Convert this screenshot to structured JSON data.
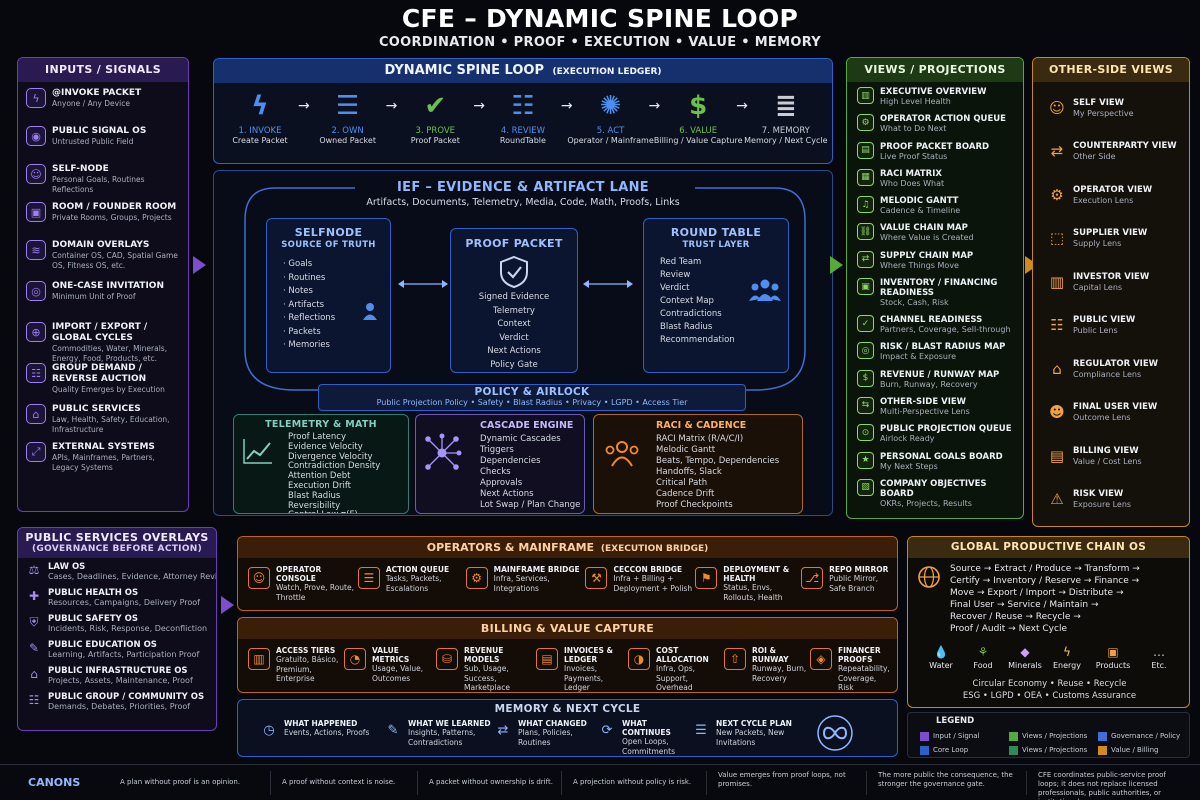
{
  "title": "CFE – DYNAMIC SPINE LOOP",
  "subtitle": "COORDINATION • PROOF • EXECUTION • VALUE • MEMORY",
  "inputs": {
    "title": "INPUTS / SIGNALS",
    "items": [
      {
        "t": "@INVOKE PACKET",
        "s": "Anyone / Any Device",
        "icon": "lightning-icon"
      },
      {
        "t": "PUBLIC SIGNAL OS",
        "s": "Untrusted Public Field",
        "icon": "signal-icon"
      },
      {
        "t": "SELF-NODE",
        "s": "Personal Goals, Routines Reflections",
        "icon": "person-icon"
      },
      {
        "t": "ROOM / FOUNDER ROOM",
        "s": "Private Rooms, Groups, Projects",
        "icon": "room-icon"
      },
      {
        "t": "DOMAIN OVERLAYS",
        "s": "Container OS, CAD, Spatial Game OS, Fitness OS, etc.",
        "icon": "layers-icon"
      },
      {
        "t": "ONE-CASE INVITATION",
        "s": "Minimum Unit of Proof",
        "icon": "target-icon"
      },
      {
        "t": "IMPORT / EXPORT / GLOBAL CYCLES",
        "s": "Commodities, Water, Minerals, Energy, Food, Products, etc.",
        "icon": "globe-icon"
      },
      {
        "t": "GROUP DEMAND / REVERSE AUCTION",
        "s": "Quality Emerges by Execution",
        "icon": "group-icon"
      },
      {
        "t": "PUBLIC SERVICES",
        "s": "Law, Health, Safety, Education, Infrastructure",
        "icon": "building-icon"
      },
      {
        "t": "EXTERNAL SYSTEMS",
        "s": "APIs, Mainframes, Partners, Legacy Systems",
        "icon": "link-icon"
      }
    ]
  },
  "spine": {
    "title": "DYNAMIC SPINE LOOP",
    "title_sub": "(EXECUTION LEDGER)",
    "steps": [
      {
        "n": "1. INVOKE",
        "s": "Create Packet",
        "color": "#4d8ff0",
        "icon": "lightning-icon"
      },
      {
        "n": "2. OWN",
        "s": "Owned Packet",
        "color": "#4d8ff0",
        "icon": "clipboard-icon"
      },
      {
        "n": "3. PROVE",
        "s": "Proof Packet",
        "color": "#6cc04a",
        "icon": "shield-check-icon"
      },
      {
        "n": "4. REVIEW",
        "s": "RoundTable",
        "color": "#4d8ff0",
        "icon": "group-icon"
      },
      {
        "n": "5. ACT",
        "s": "Operator / Mainframe",
        "color": "#4d8ff0",
        "icon": "gears-icon"
      },
      {
        "n": "6. VALUE",
        "s": "Billing / Value Capture",
        "color": "#6cc04a",
        "icon": "dollar-icon"
      },
      {
        "n": "7. MEMORY",
        "s": "Memory / Next Cycle",
        "color": "#c9ccd3",
        "icon": "database-icon"
      }
    ]
  },
  "ief": {
    "title": "IEF – EVIDENCE & ARTIFACT LANE",
    "sub": "Artifacts, Documents, Telemetry, Media, Code, Math, Proofs, Links"
  },
  "selfnode": {
    "title": "SELFNODE",
    "sub": "SOURCE OF TRUTH",
    "items": [
      "Goals",
      "Routines",
      "Notes",
      "Artifacts",
      "Reflections",
      "Packets",
      "Memories"
    ]
  },
  "proof": {
    "title": "PROOF PACKET",
    "items": [
      "Signed Evidence",
      "Telemetry",
      "Context",
      "Verdict",
      "Next Actions",
      "Policy Gate"
    ]
  },
  "roundtable": {
    "title": "ROUND TABLE",
    "sub": "TRUST LAYER",
    "items": [
      "Red Team",
      "Review",
      "Verdict",
      "Context Map",
      "Contradictions",
      "Blast Radius",
      "Recommendation"
    ]
  },
  "policy": {
    "title": "POLICY & AIRLOCK",
    "sub": "Public Projection Policy • Safety • Blast Radius • Privacy • LGPD • Access Tier"
  },
  "telemetry": {
    "title": "TELEMETRY & MATH",
    "items": [
      "Proof Latency",
      "Evidence Velocity",
      "Divergence Velocity",
      "Contradiction Density",
      "Attention Debt",
      "Execution Drift",
      "Blast Radius",
      "Reversibility",
      "Control Law π(F)"
    ]
  },
  "cascade": {
    "title": "CASCADE ENGINE",
    "items": [
      "Dynamic Cascades",
      "Triggers",
      "Dependencies",
      "Checks",
      "Approvals",
      "Next Actions",
      "Lot Swap / Plan Change"
    ]
  },
  "raci": {
    "title": "RACI & CADENCE",
    "items": [
      "RACI Matrix (R/A/C/I)",
      "Melodic Gantt",
      "Beats, Tempo, Dependencies",
      "Handoffs, Slack",
      "Critical Path",
      "Cadence Drift",
      "Proof Checkpoints"
    ]
  },
  "views": {
    "title": "VIEWS / PROJECTIONS",
    "items": [
      {
        "t": "EXECUTIVE OVERVIEW",
        "s": "High Level Health"
      },
      {
        "t": "OPERATOR ACTION QUEUE",
        "s": "What to Do Next"
      },
      {
        "t": "PROOF PACKET BOARD",
        "s": "Live Proof Status"
      },
      {
        "t": "RACI MATRIX",
        "s": "Who Does What"
      },
      {
        "t": "MELODIC GANTT",
        "s": "Cadence & Timeline"
      },
      {
        "t": "VALUE CHAIN MAP",
        "s": "Where Value is Created"
      },
      {
        "t": "SUPPLY CHAIN MAP",
        "s": "Where Things Move"
      },
      {
        "t": "INVENTORY / FINANCING READINESS",
        "s": "Stock, Cash, Risk"
      },
      {
        "t": "CHANNEL READINESS",
        "s": "Partners, Coverage, Sell-through"
      },
      {
        "t": "RISK / BLAST RADIUS MAP",
        "s": "Impact & Exposure"
      },
      {
        "t": "REVENUE / RUNWAY MAP",
        "s": "Burn, Runway, Recovery"
      },
      {
        "t": "OTHER-SIDE VIEW",
        "s": "Multi-Perspective Lens"
      },
      {
        "t": "PUBLIC PROJECTION QUEUE",
        "s": "Airlock Ready"
      },
      {
        "t": "PERSONAL GOALS BOARD",
        "s": "My Next Steps"
      },
      {
        "t": "COMPANY OBJECTIVES BOARD",
        "s": "OKRs, Projects, Results"
      }
    ]
  },
  "other": {
    "title": "OTHER-SIDE VIEWS",
    "items": [
      {
        "t": "SELF VIEW",
        "s": "My Perspective"
      },
      {
        "t": "COUNTERPARTY VIEW",
        "s": "Other Side"
      },
      {
        "t": "OPERATOR VIEW",
        "s": "Execution Lens"
      },
      {
        "t": "SUPPLIER VIEW",
        "s": "Supply Lens"
      },
      {
        "t": "INVESTOR VIEW",
        "s": "Capital Lens"
      },
      {
        "t": "PUBLIC VIEW",
        "s": "Public Lens"
      },
      {
        "t": "REGULATOR VIEW",
        "s": "Compliance Lens"
      },
      {
        "t": "FINAL USER VIEW",
        "s": "Outcome Lens"
      },
      {
        "t": "BILLING VIEW",
        "s": "Value / Cost Lens"
      },
      {
        "t": "RISK VIEW",
        "s": "Exposure Lens"
      }
    ]
  },
  "overlays": {
    "title": "PUBLIC SERVICES OVERLAYS",
    "sub": "(GOVERNANCE BEFORE ACTION)",
    "items": [
      {
        "t": "LAW OS",
        "s": "Cases, Deadlines, Evidence, Attorney Review"
      },
      {
        "t": "PUBLIC HEALTH OS",
        "s": "Resources, Campaigns, Delivery Proof"
      },
      {
        "t": "PUBLIC SAFETY OS",
        "s": "Incidents, Risk, Response, Deconfliction"
      },
      {
        "t": "PUBLIC EDUCATION OS",
        "s": "Learning, Artifacts, Participation Proof"
      },
      {
        "t": "PUBLIC INFRASTRUCTURE OS",
        "s": "Projects, Assets, Maintenance, Proof"
      },
      {
        "t": "PUBLIC GROUP / COMMUNITY OS",
        "s": "Demands, Debates, Priorities, Proof"
      }
    ]
  },
  "operators": {
    "title": "OPERATORS & MAINFRAME",
    "sub": "(EXECUTION BRIDGE)",
    "items": [
      {
        "t": "OPERATOR CONSOLE",
        "s": "Watch, Prove, Route, Throttle"
      },
      {
        "t": "ACTION QUEUE",
        "s": "Tasks, Packets, Escalations"
      },
      {
        "t": "MAINFRAME BRIDGE",
        "s": "Infra, Services, Integrations"
      },
      {
        "t": "CECCON BRIDGE",
        "s": "Infra + Billing + Deployment + Polish"
      },
      {
        "t": "DEPLOYMENT & HEALTH",
        "s": "Status, Envs, Rollouts, Health"
      },
      {
        "t": "REPO MIRROR",
        "s": "Public Mirror, Safe Branch"
      }
    ]
  },
  "billing": {
    "title": "BILLING & VALUE CAPTURE",
    "items": [
      {
        "t": "ACCESS TIERS",
        "s": "Gratuito, Básico, Premium, Enterprise"
      },
      {
        "t": "VALUE METRICS",
        "s": "Usage, Value, Outcomes"
      },
      {
        "t": "REVENUE MODELS",
        "s": "Sub, Usage, Success, Marketplace"
      },
      {
        "t": "INVOICES & LEDGER",
        "s": "Invoices, Payments, Ledger"
      },
      {
        "t": "COST ALLOCATION",
        "s": "Infra, Ops, Support, Overhead"
      },
      {
        "t": "ROI & RUNWAY",
        "s": "Runway, Burn, Recovery"
      },
      {
        "t": "FINANCER PROOFS",
        "s": "Repeatability, Coverage, Risk"
      }
    ]
  },
  "memory": {
    "title": "MEMORY & NEXT CYCLE",
    "items": [
      {
        "t": "WHAT HAPPENED",
        "s": "Events, Actions, Proofs"
      },
      {
        "t": "WHAT WE LEARNED",
        "s": "Insights, Patterns, Contradictions"
      },
      {
        "t": "WHAT CHANGED",
        "s": "Plans, Policies, Routines"
      },
      {
        "t": "WHAT CONTINUES",
        "s": "Open Loops, Commitments"
      },
      {
        "t": "NEXT CYCLE PLAN",
        "s": "New Packets, New Invitations"
      }
    ]
  },
  "global": {
    "title": "GLOBAL PRODUCTIVE CHAIN OS",
    "flow": [
      "Source → Extract / Produce → Transform →",
      "Certify → Inventory / Reserve → Finance →",
      "Move → Export / Import → Distribute →",
      "Final User → Service / Maintain →",
      "Recover / Reuse → Recycle →",
      "Proof / Audit → Next Cycle"
    ],
    "res": [
      "Water",
      "Food",
      "Minerals",
      "Energy",
      "Products",
      "Etc."
    ],
    "foot1": "Circular Economy • Reuse • Recycle",
    "foot2": "ESG • LGPD • OEA • Customs Assurance"
  },
  "legend": {
    "title": "LEGEND",
    "items": [
      {
        "l": "Input / Signal",
        "c": "#7c4dcc"
      },
      {
        "l": "Views / Projections",
        "c": "#57a93c"
      },
      {
        "l": "Governance / Policy",
        "c": "#3f6fd6"
      },
      {
        "l": "Core Loop",
        "c": "#2f5fc9"
      },
      {
        "l": "Views / Projections",
        "c": "#2f8a5a"
      },
      {
        "l": "Value / Billing",
        "c": "#d08a1e"
      }
    ]
  },
  "canons": {
    "title": "CANONS",
    "items": [
      "A plan without proof is an opinion.",
      "A proof without context is noise.",
      "A packet without ownership is drift.",
      "A projection without policy is risk.",
      "Value emerges from proof loops, not promises.",
      "The more public the consequence, the stronger the governance gate.",
      "CFE coordinates public-service proof loops; it does not replace licensed professionals, public authorities, or institutional"
    ]
  }
}
